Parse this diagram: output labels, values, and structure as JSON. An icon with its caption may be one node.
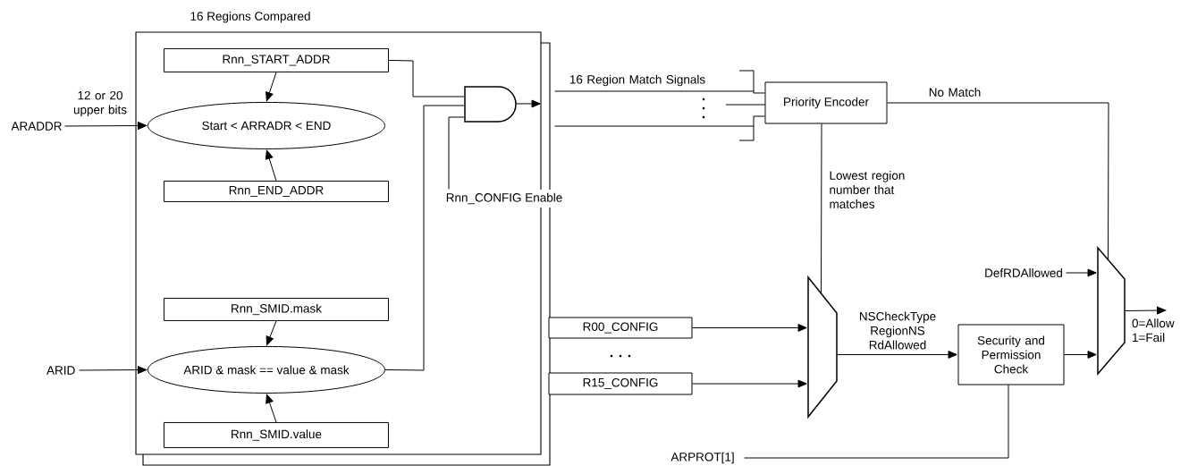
{
  "diagram": {
    "nodes": [
      {
        "text": [
          "16 Regions Compared"
        ]
      },
      {
        "text": [
          "Rnn_START_ADDR"
        ],
        "in": 0
      },
      {
        "text": [
          "Start < ARRADR < END"
        ],
        "in": 0
      },
      {
        "text": [
          "Rnn_END_ADDR"
        ],
        "in": 0
      },
      {
        "text": [
          "Rnn_SMID.mask"
        ],
        "in": 0
      },
      {
        "text": [
          "ARID & mask == value & mask"
        ],
        "in": 0
      },
      {
        "text": [
          "Rnn_SMID.value"
        ],
        "in": 0
      },
      {
        "text": [],
        "shape": "gate",
        "in": 0
      },
      {
        "text": [
          "ARADDR"
        ]
      },
      {
        "text": [
          "ARID"
        ]
      },
      {
        "text": [
          "Rnn_CONFIG Enable"
        ]
      },
      {
        "text": [
          "Priority Encoder"
        ]
      },
      {
        "text": [
          "R00_CONFIG"
        ]
      },
      {
        "text": [
          "R15_CONFIG"
        ]
      },
      {
        "text": [],
        "shape": "trapezoid"
      },
      {
        "text": [
          "Security and Permission Check"
        ]
      },
      {
        "text": [],
        "shape": "trapezoid"
      },
      {
        "text": [
          "DefRDAllowed"
        ]
      },
      {
        "text": [
          "ARPROT[1]"
        ]
      },
      {
        "text": [
          "0=Allow 1=Fail"
        ]
      }
    ],
    "edges": [
      {
        "from": 1,
        "to": 2,
        "arrow": "to"
      },
      {
        "from": 3,
        "to": 2,
        "arrow": "to"
      },
      {
        "from": 8,
        "to": 2,
        "arrow": "to",
        "label": "12 or 20 upper bits"
      },
      {
        "from": 4,
        "to": 5,
        "arrow": "to"
      },
      {
        "from": 6,
        "to": 5,
        "arrow": "to"
      },
      {
        "from": 9,
        "to": 5,
        "arrow": "to"
      },
      {
        "from": 1,
        "to": 7,
        "arrow": "none"
      },
      {
        "from": 5,
        "to": 7,
        "arrow": "none"
      },
      {
        "from": 10,
        "to": 7,
        "arrow": "none"
      },
      {
        "from": 7,
        "to": 0,
        "arrow": "to"
      },
      {
        "from": 0,
        "to": 11,
        "arrow": "none",
        "label": "16 Region Match Signals"
      },
      {
        "from": 0,
        "to": 11,
        "arrow": "none"
      },
      {
        "from": 11,
        "to": 14,
        "arrow": "none",
        "label": "Lowest region number that matches"
      },
      {
        "from": 11,
        "to": 16,
        "arrow": "none",
        "label": "No Match"
      },
      {
        "from": 12,
        "to": 14,
        "arrow": "to"
      },
      {
        "from": 13,
        "to": 14,
        "arrow": "to"
      },
      {
        "from": 14,
        "to": 15,
        "arrow": "to",
        "label": "NSCheckType RegionNS RdAllowed"
      },
      {
        "from": 15,
        "to": 16,
        "arrow": "to"
      },
      {
        "from": 17,
        "to": 16,
        "arrow": "to"
      },
      {
        "from": 18,
        "to": 15,
        "arrow": "none"
      },
      {
        "from": 16,
        "to": 19,
        "arrow": "to"
      }
    ]
  }
}
